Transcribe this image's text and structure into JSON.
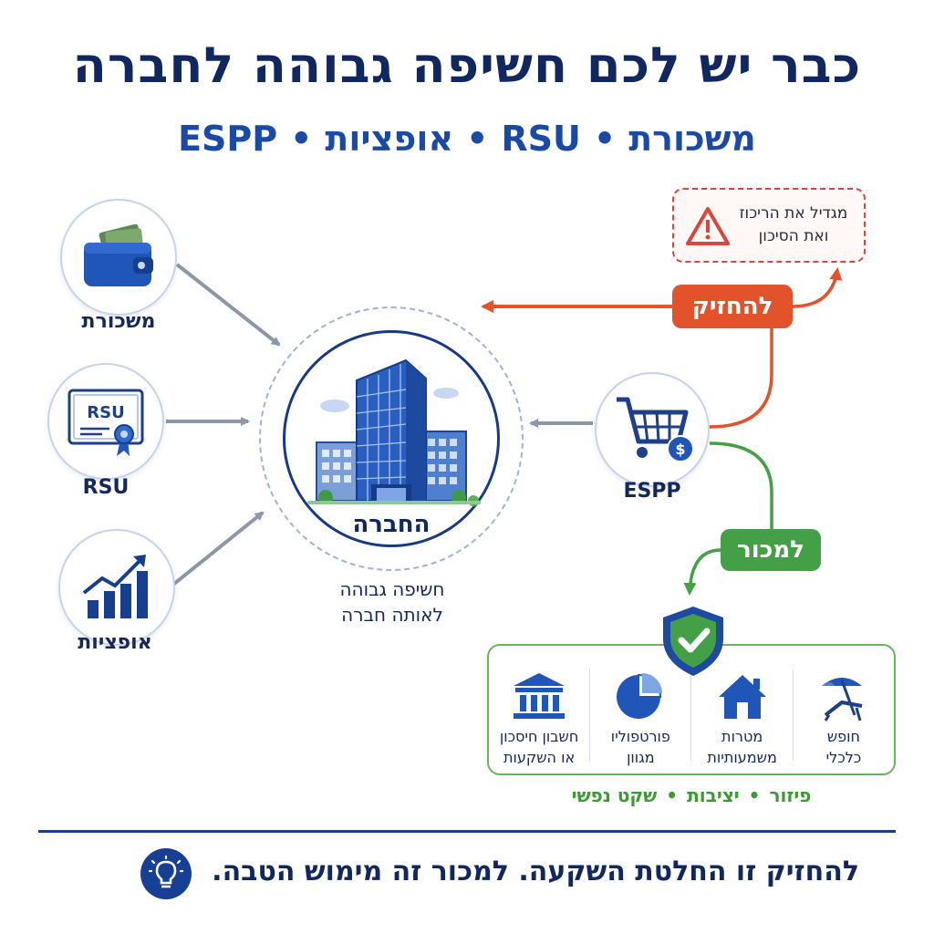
{
  "header": {
    "title": "כבר יש לכם חשיפה גבוהה לחברה",
    "subtitle_items": [
      "משכורת",
      "RSU",
      "אופציות",
      "ESPP"
    ],
    "separator": "•"
  },
  "sources": [
    {
      "label": "משכורת",
      "icon": "wallet-icon"
    },
    {
      "label": "RSU",
      "icon": "certificate-icon",
      "badge_text": "RSU"
    },
    {
      "label": "אופציות",
      "icon": "growth-chart-icon"
    }
  ],
  "company": {
    "label": "החברה",
    "note_line1": "חשיפה גבוהה",
    "note_line2": "לאותה חברה",
    "icon": "office-building-icon"
  },
  "espp": {
    "label": "ESPP",
    "icon": "shopping-cart-dollar-icon"
  },
  "hold": {
    "label": "להחזיק",
    "warning_line1": "מגדיל את הריכוז",
    "warning_line2": "ואת הסיכון",
    "warning_icon": "warning-triangle-icon"
  },
  "sell": {
    "label": "למכור",
    "shield_icon": "shield-check-icon",
    "options": [
      {
        "line1": "חשבון חיסכון",
        "line2": "או השקעות",
        "icon": "bank-icon"
      },
      {
        "line1": "פורטפוליו",
        "line2": "מגוון",
        "icon": "pie-chart-icon"
      },
      {
        "line1": "מטרות",
        "line2": "משמעותיות",
        "icon": "house-icon"
      },
      {
        "line1": "חופש",
        "line2": "כלכלי",
        "icon": "beach-chair-icon"
      }
    ],
    "benefits": [
      "פיזור",
      "יציבות",
      "שקט נפשי"
    ]
  },
  "footer": {
    "text": "להחזיק זו החלטת השקעה. למכור זה מימוש הטבה.",
    "icon": "lightbulb-icon"
  },
  "colors": {
    "navy": "#10275f",
    "blue": "#1a4aa6",
    "red": "#e2532b",
    "green": "#43a047",
    "gray_arrow": "#8e97a8"
  }
}
